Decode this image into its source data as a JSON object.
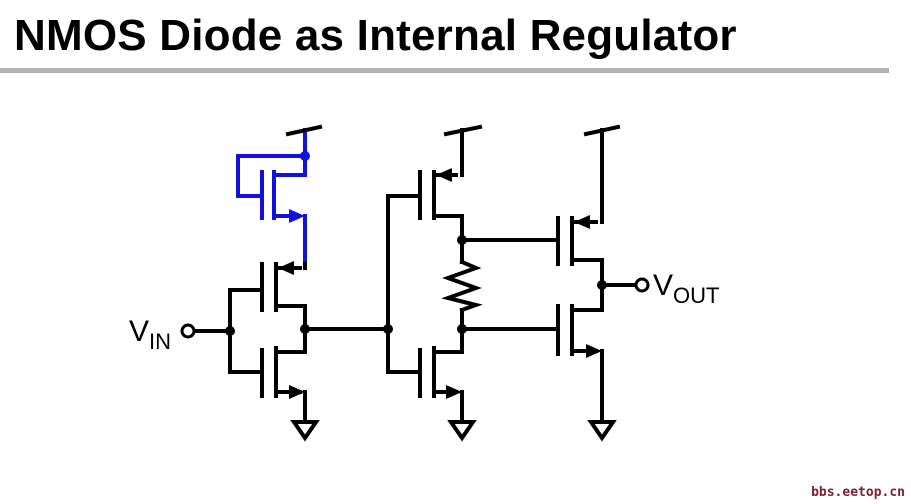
{
  "title": "NMOS Diode as Internal Regulator",
  "labels": {
    "vin_main": "V",
    "vin_sub": "IN",
    "vout_main": "V",
    "vout_sub": "OUT"
  },
  "watermark": "bbs.eetop.cn",
  "colors": {
    "wire": "#000000",
    "highlight": "#1010e0",
    "title_rule": "#b3b3b3",
    "watermark": "#7a1f2a"
  }
}
